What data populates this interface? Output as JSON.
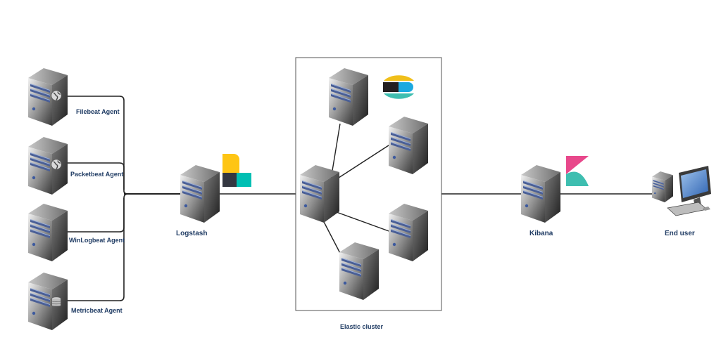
{
  "agents": [
    {
      "label": "Filebeat Agent",
      "icon": "globe-icon"
    },
    {
      "label": "Packetbeat Agent",
      "icon": "globe-icon"
    },
    {
      "label": "WinLogbeat Agent",
      "icon": "none"
    },
    {
      "label": "Metricbeat Agent",
      "icon": "database-icon"
    }
  ],
  "logstash": {
    "label": "Logstash",
    "logo": "logstash-logo"
  },
  "cluster": {
    "label": "Elastic cluster",
    "logo": "elasticsearch-logo",
    "node_count": 5
  },
  "kibana": {
    "label": "Kibana",
    "logo": "kibana-logo"
  },
  "end_user": {
    "label": "End user"
  },
  "colors": {
    "label_text": "#1f3b63",
    "connector": "#222222",
    "cluster_border": "#555555",
    "server_light": "#e8e8e8",
    "server_dark": "#3e3e3e",
    "drive_blue": "#4a5f96",
    "elastic_yellow": "#f0bf1a",
    "elastic_blue": "#1ba9e0",
    "elastic_teal": "#3ebeb0",
    "elastic_black": "#231f20",
    "kibana_pink": "#e8488b",
    "kibana_teal": "#3ebeb0",
    "logstash_yellow": "#fec514",
    "logstash_teal": "#00bfb3",
    "logstash_dark": "#343741"
  }
}
